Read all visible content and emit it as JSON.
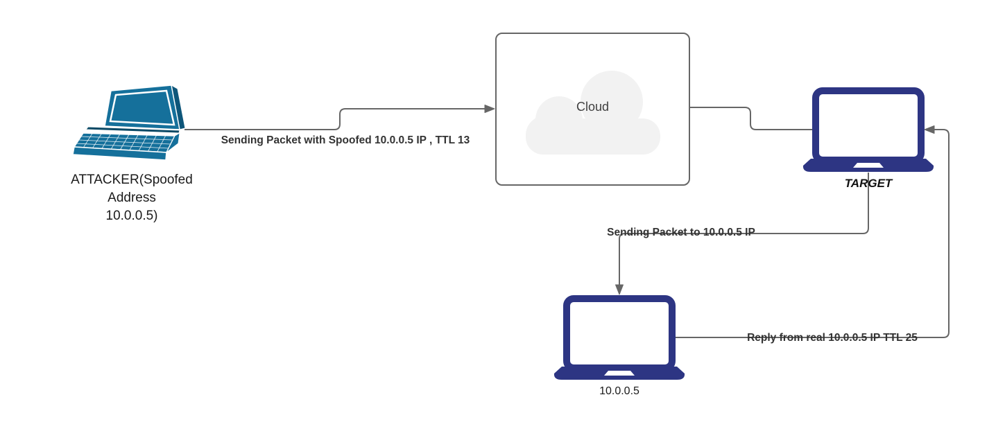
{
  "diagram": {
    "title": "IP spoofing / TTL network diagram",
    "nodes": {
      "attacker": {
        "lines": [
          "ATTACKER(Spoofed",
          "Address",
          "10.0.0.5)"
        ],
        "icon": "teal-isometric-laptop-icon"
      },
      "cloud": {
        "label": "Cloud",
        "icon": "cloud-icon"
      },
      "target": {
        "label": "TARGET",
        "icon": "navy-laptop-icon"
      },
      "real_host": {
        "label": "10.0.0.5",
        "icon": "navy-laptop-icon"
      }
    },
    "edges": {
      "attacker_to_cloud": {
        "label": "Sending Packet with Spoofed 10.0.0.5 IP , TTL 13",
        "direction": "right-arrow"
      },
      "cloud_to_target": {
        "direction": "plain-line"
      },
      "target_to_real": {
        "label": "Sending Packet to 10.0.0.5 IP",
        "direction": "down-arrow"
      },
      "real_to_target": {
        "label": "Reply from real 10.0.0.5 IP TTL 25",
        "direction": "left-arrow"
      }
    },
    "colors": {
      "attacker_laptop": "#15709b",
      "attacker_laptop_dark": "#0e567a",
      "modern_laptop": "#2d3583",
      "connector": "#666666",
      "box_border": "#666666",
      "cloud_fill": "#f2f2f2",
      "edge_label": "#333333",
      "node_label": "#1a1a1a",
      "background": "#ffffff"
    }
  }
}
